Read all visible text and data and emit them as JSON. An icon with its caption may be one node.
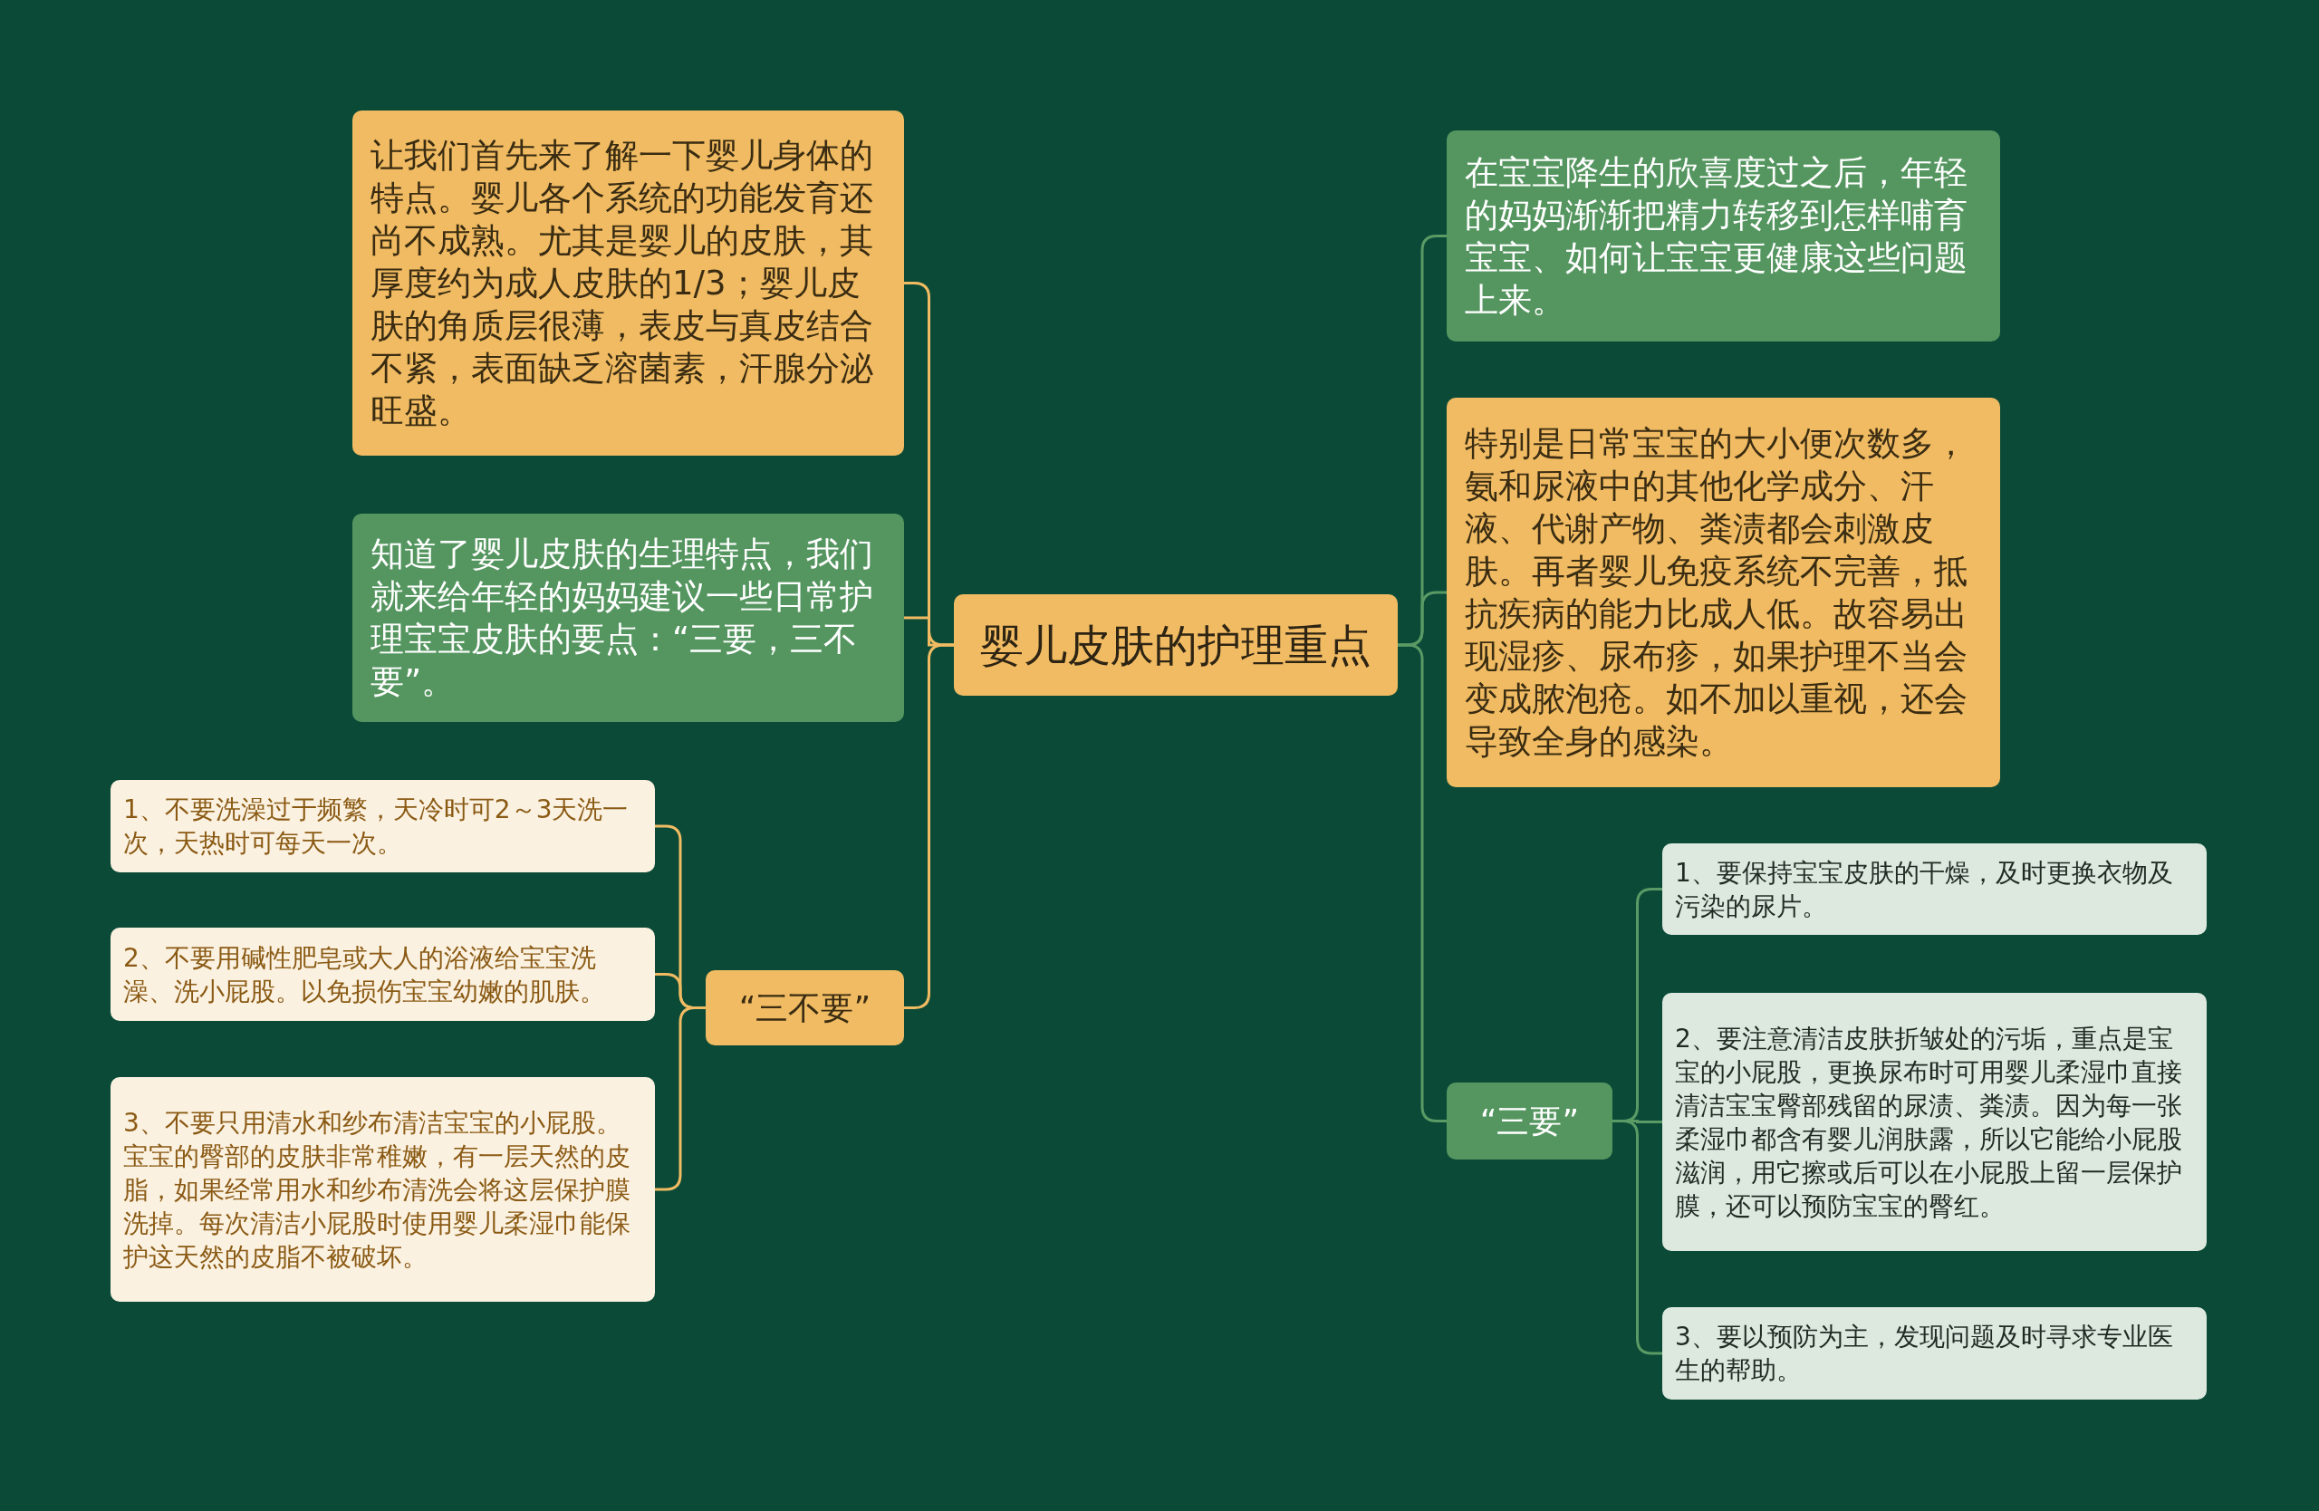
{
  "diagram": {
    "nodes": [
      {
        "text": [
          "婴儿皮肤的护理重点"
        ]
      },
      {
        "text": [
          "让我们首先来了解一下婴儿身体的特点。婴儿各个系统的功能发育还尚不成熟。尤其是婴儿的皮肤，其厚度约为成人皮肤的1/3；婴儿皮肤的角质层很薄，表皮与真皮结合不紧，表面缺乏溶菌素，汗腺分泌旺盛。"
        ]
      },
      {
        "text": [
          "知道了婴儿皮肤的生理特点，我们就来给年轻的妈妈建议一些日常护理宝宝皮肤的要点：“三要，三不要”。"
        ]
      },
      {
        "text": [
          "“三不要”"
        ]
      },
      {
        "text": [
          "1、不要洗澡过于频繁，天冷时可2～3天洗一次，天热时可每天一次。"
        ]
      },
      {
        "text": [
          "2、不要用碱性肥皂或大人的浴液给宝宝洗澡、洗小屁股。以免损伤宝宝幼嫩的肌肤。"
        ]
      },
      {
        "text": [
          "3、不要只用清水和纱布清洁宝宝的小屁股。宝宝的臀部的皮肤非常稚嫩，有一层天然的皮脂，如果经常用水和纱布清洗会将这层保护膜洗掉。每次清洁小屁股时使用婴儿柔湿巾能保护这天然的皮脂不被破坏。"
        ]
      },
      {
        "text": [
          "在宝宝降生的欣喜度过之后，年轻的妈妈渐渐把精力转移到怎样哺育宝宝、如何让宝宝更健康这些问题上来。"
        ]
      },
      {
        "text": [
          "特别是日常宝宝的大小便次数多，氨和尿液中的其他化学成分、汗液、代谢产物、粪渍都会刺激皮肤。再者婴儿免疫系统不完善，抵抗疾病的能力比成人低。故容易出现湿疹、尿布疹，如果护理不当会变成脓泡疮。如不加以重视，还会导致全身的感染。"
        ]
      },
      {
        "text": [
          "“三要”"
        ]
      },
      {
        "text": [
          "1、要保持宝宝皮肤的干燥，及时更换衣物及污染的尿片。"
        ]
      },
      {
        "text": [
          "2、要注意清洁皮肤折皱处的污垢，重点是宝宝的小屁股，更换尿布时可用婴儿柔湿巾直接清洁宝宝臀部残留的尿渍、粪渍。因为每一张柔湿巾都含有婴儿润肤露，所以它能给小屁股滋润，用它擦或后可以在小屁股上留一层保护膜，还可以预防宝宝的臀红。"
        ]
      },
      {
        "text": [
          "3、要以预防为主，发现问题及时寻求专业医生的帮助。"
        ]
      }
    ],
    "edges": [
      {
        "from": 0,
        "to": 1,
        "arrow": "none",
        "color": "#f0bb62"
      },
      {
        "from": 0,
        "to": 2,
        "arrow": "none",
        "color": "#f0bb62"
      },
      {
        "from": 0,
        "to": 3,
        "arrow": "none",
        "color": "#f0bb62"
      },
      {
        "from": 3,
        "to": 4,
        "arrow": "none",
        "color": "#f0bb62"
      },
      {
        "from": 3,
        "to": 5,
        "arrow": "none",
        "color": "#f0bb62"
      },
      {
        "from": 3,
        "to": 6,
        "arrow": "none",
        "color": "#f0bb62"
      },
      {
        "from": 0,
        "to": 7,
        "arrow": "none",
        "color": "#5a9a65"
      },
      {
        "from": 0,
        "to": 8,
        "arrow": "none",
        "color": "#5a9a65"
      },
      {
        "from": 0,
        "to": 9,
        "arrow": "none",
        "color": "#5a9a65"
      },
      {
        "from": 9,
        "to": 10,
        "arrow": "none",
        "color": "#5a9a65"
      },
      {
        "from": 9,
        "to": 11,
        "arrow": "none",
        "color": "#5a9a65"
      },
      {
        "from": 9,
        "to": 12,
        "arrow": "none",
        "color": "#5a9a65"
      }
    ]
  }
}
